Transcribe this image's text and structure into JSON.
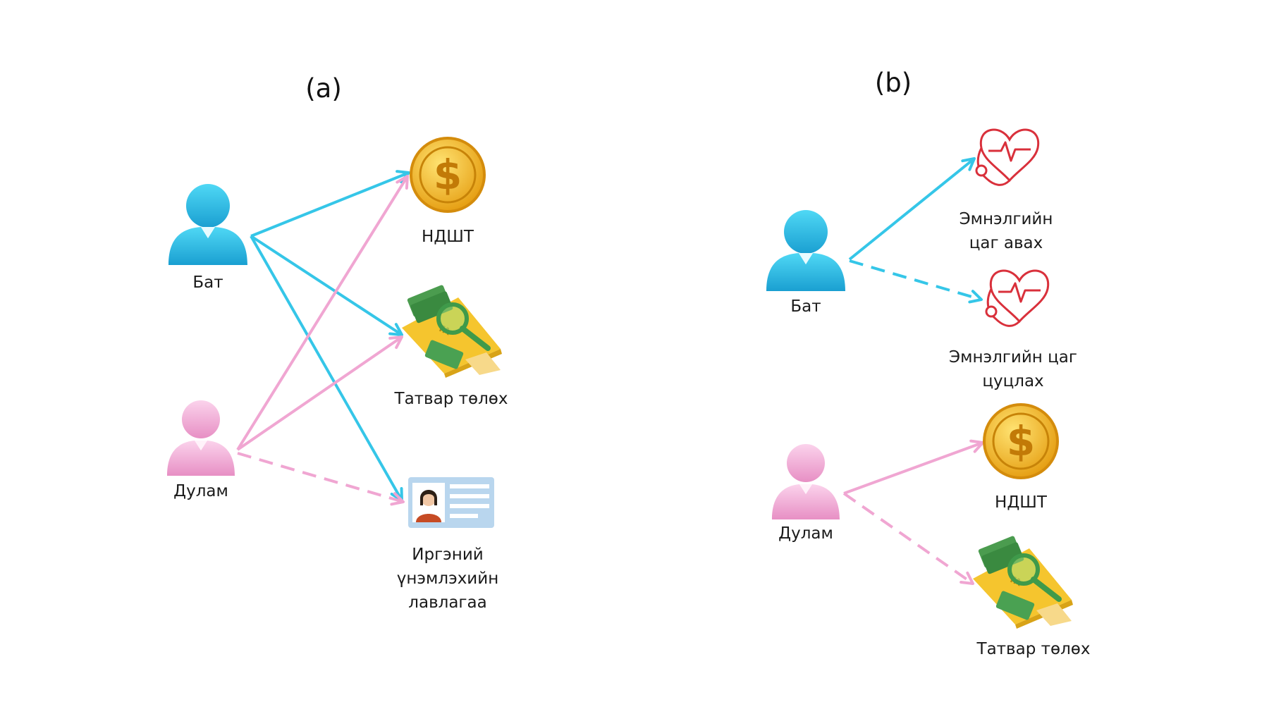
{
  "panels": {
    "a": {
      "title": "(a)",
      "people": {
        "bat": "Бат",
        "dulam": "Дулам"
      },
      "services": {
        "ndsht": "НДШТ",
        "tax": "Татвар төлөх",
        "id_line1": "Иргэний",
        "id_line2": "үнэмлэхийн",
        "id_line3": "лавлагаа"
      }
    },
    "b": {
      "title": "(b)",
      "people": {
        "bat": "Бат",
        "dulam": "Дулам"
      },
      "services": {
        "hosp_book_line1": "Эмнэлгийн",
        "hosp_book_line2": "цаг авах",
        "hosp_cancel_line1": "Эмнэлгийн цаг",
        "hosp_cancel_line2": "цуцлах",
        "ndsht": "НДШТ",
        "tax": "Татвар төлөх"
      }
    }
  },
  "colors": {
    "bat": "#35c6e8",
    "dulam": "#f0a6d2",
    "coin": "#f2b823",
    "heart": "#d9303b",
    "card": "#b9d6ee",
    "money": "#3f9a4a"
  },
  "icons": [
    "person-icon",
    "dollar-coin-icon",
    "tax-document-icon",
    "id-card-icon",
    "heart-stethoscope-icon"
  ]
}
